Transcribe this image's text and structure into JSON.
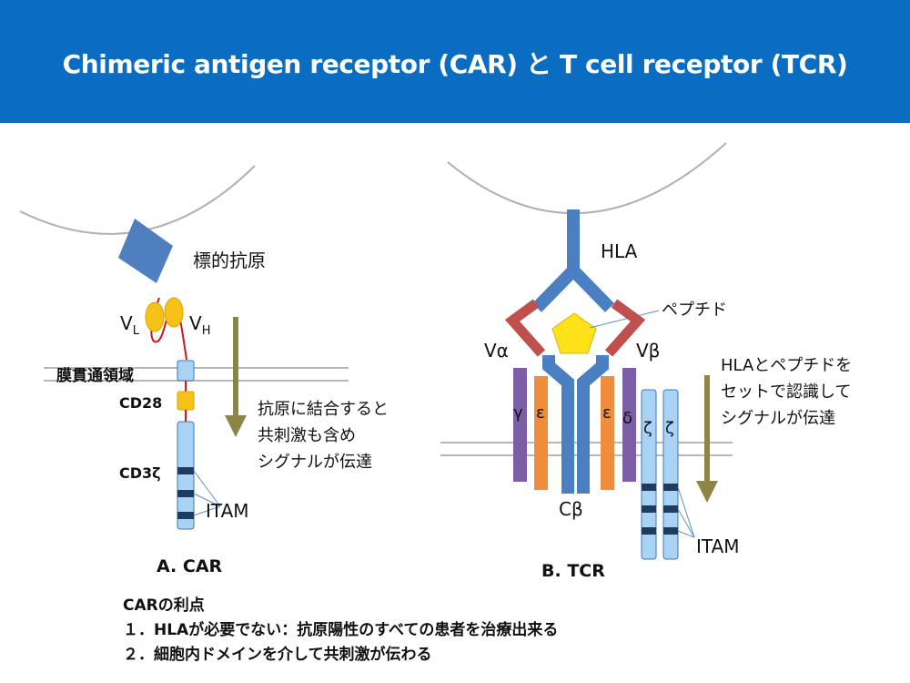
{
  "header": {
    "title": "Chimeric antigen receptor (CAR) と T cell receptor (TCR)"
  },
  "car": {
    "antigen_label": "標的抗原",
    "vl_main": "V",
    "vl_sub": "L",
    "vh_main": "V",
    "vh_sub": "H",
    "tm_label": "膜貫通領域",
    "cd28_label": "CD28",
    "cd3z_label": "CD3ζ",
    "itam_label": "ITAM",
    "signal_text": [
      "抗原に結合すると",
      "共刺激も含め",
      "シグナルが伝達"
    ],
    "caption": "A. CAR"
  },
  "tcr": {
    "hla_label": "HLA",
    "peptide_label": "ペプチド",
    "va_label": "Vα",
    "vb_label": "Vβ",
    "gamma_label": "γ",
    "eps1_label": "ε",
    "eps2_label": "ε",
    "delta_label": "δ",
    "zeta1_label": "ζ",
    "zeta2_label": "ζ",
    "cb_label": "Cβ",
    "itam_label": "ITAM",
    "signal_text": [
      "HLAとペプチドを",
      "セットで認識して",
      "シグナルが伝達"
    ],
    "caption": "B. TCR"
  },
  "footer": {
    "lines": [
      "CARの利点",
      "１．HLAが必要でない：抗原陽性のすべての患者を治療出来る",
      "２．細胞内ドメインを介して共刺激が伝わる"
    ]
  },
  "colors": {
    "header": "#0b6dc1",
    "antigen": "#4f7fbf",
    "scfv": "#f6c218",
    "linker": "#d0161c",
    "tm_domain": "#a8d3f5",
    "itam_band": "#1f3b5e",
    "arrow": "#8c8546",
    "tcr_blue": "#4a7fc1",
    "tcr_red": "#c0504d",
    "peptide": "#ffe21a",
    "gamma_delta": "#7b5ea6",
    "epsilon": "#f08d3c",
    "membrane": "#b8b8b8"
  }
}
